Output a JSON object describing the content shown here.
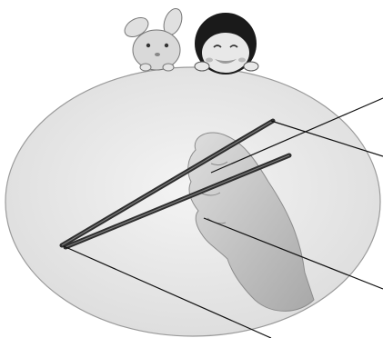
{
  "colors": {
    "background": "#ffffff",
    "oval_fill": "#e6e6e6",
    "oval_stroke": "#9a9a9a",
    "chopstick": "#333333",
    "leader_line": "#111111",
    "skin": "#c9c9c9",
    "rabbit_fill": "#d9d9d9",
    "boy_hair": "#1a1a1a",
    "boy_face": "#e8e8e8"
  },
  "illustration": {
    "characters": [
      "rabbit",
      "boy"
    ],
    "subject": "hand-holding-chopsticks",
    "annotation_lines": 4,
    "labels": []
  }
}
